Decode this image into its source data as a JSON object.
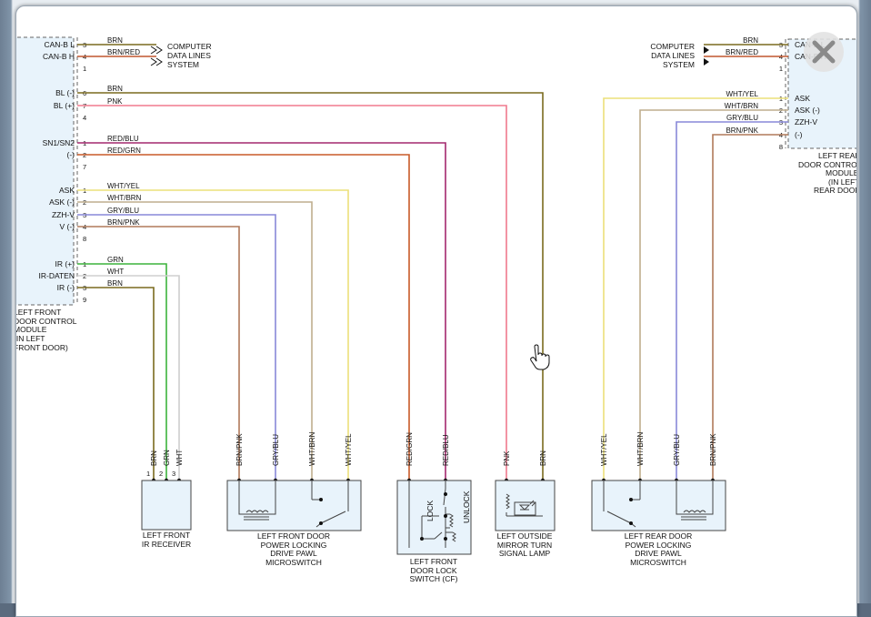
{
  "modules": {
    "lf_door_module": {
      "name_lines": [
        "LEFT FRONT",
        "DOOR CONTROL",
        "MODULE",
        "(IN LEFT",
        "FRONT DOOR)"
      ]
    },
    "lr_door_module": {
      "name_lines": [
        "LEFT REAR",
        "DOOR CONTROL",
        "MODULE",
        "(IN LEFT",
        "REAR DOOR)"
      ]
    }
  },
  "left_pins": [
    {
      "label": "CAN-B L",
      "pin": "3",
      "wire": "BRN"
    },
    {
      "label": "CAN-B H",
      "pin": "4",
      "wire": "BRN/RED"
    },
    {
      "label": "",
      "pin": "1",
      "wire": ""
    },
    {
      "label": "BL (-)",
      "pin": "6",
      "wire": "BRN"
    },
    {
      "label": "BL (+)",
      "pin": "7",
      "wire": "PNK"
    },
    {
      "label": "",
      "pin": "4",
      "wire": ""
    },
    {
      "label": "SN1/SN2",
      "pin": "1",
      "wire": "RED/BLU"
    },
    {
      "label": "(-)",
      "pin": "2",
      "wire": "RED/GRN"
    },
    {
      "label": "",
      "pin": "7",
      "wire": ""
    },
    {
      "label": "ASK",
      "pin": "1",
      "wire": "WHT/YEL"
    },
    {
      "label": "ASK (-)",
      "pin": "2",
      "wire": "WHT/BRN"
    },
    {
      "label": "ZZH-V",
      "pin": "3",
      "wire": "GRY/BLU"
    },
    {
      "label": "V (-)",
      "pin": "4",
      "wire": "BRN/PNK"
    },
    {
      "label": "",
      "pin": "8",
      "wire": ""
    },
    {
      "label": "IR (+)",
      "pin": "1",
      "wire": "GRN"
    },
    {
      "label": "IR-DATEN",
      "pin": "2",
      "wire": "WHT"
    },
    {
      "label": "IR (-)",
      "pin": "3",
      "wire": "BRN"
    },
    {
      "label": "",
      "pin": "9",
      "wire": ""
    }
  ],
  "right_pins": [
    {
      "label": "CAN-B L",
      "pin": "3",
      "wire": "BRN"
    },
    {
      "label": "CAN-B H",
      "pin": "4",
      "wire": "BRN/RED"
    },
    {
      "label": "",
      "pin": "1",
      "wire": ""
    },
    {
      "label": "ASK",
      "pin": "1",
      "wire": "WHT/YEL"
    },
    {
      "label": "ASK (-)",
      "pin": "2",
      "wire": "WHT/BRN"
    },
    {
      "label": "ZZH-V",
      "pin": "3",
      "wire": "GRY/BLU"
    },
    {
      "label": "(-)",
      "pin": "4",
      "wire": "BRN/PNK"
    },
    {
      "label": "",
      "pin": "8",
      "wire": ""
    }
  ],
  "computer_data_lines": [
    "COMPUTER",
    "DATA LINES",
    "SYSTEM"
  ],
  "components": {
    "ir_receiver": {
      "name_lines": [
        "LEFT FRONT",
        "IR RECEIVER"
      ],
      "pins": [
        "1",
        "2",
        "3"
      ],
      "wires": [
        "BRN",
        "GRN",
        "WHT"
      ]
    },
    "lf_microswitch": {
      "name_lines": [
        "LEFT FRONT DOOR",
        "POWER LOCKING",
        "DRIVE PAWL",
        "MICROSWITCH"
      ],
      "wires": [
        "BRN/PNK",
        "GRY/BLU",
        "WHT/BRN",
        "WHT/YEL"
      ]
    },
    "door_lock_switch": {
      "name_lines": [
        "LEFT FRONT",
        "DOOR LOCK",
        "SWITCH (CF)"
      ],
      "wires": [
        "RED/GRN",
        "RED/BLU"
      ],
      "lock": "LOCK",
      "unlock": "UNLOCK"
    },
    "mirror_lamp": {
      "name_lines": [
        "LEFT OUTSIDE",
        "MIRROR TURN",
        "SIGNAL LAMP"
      ],
      "wires": [
        "PNK",
        "BRN"
      ]
    },
    "lr_microswitch": {
      "name_lines": [
        "LEFT REAR DOOR",
        "POWER LOCKING",
        "DRIVE PAWL",
        "MICROSWITCH"
      ],
      "wires": [
        "WHT/YEL",
        "WHT/BRN",
        "GRY/BLU",
        "BRN/PNK"
      ]
    }
  },
  "colors": {
    "brn": "#7a6a1e",
    "pnk": "#f07a8e",
    "red_blu": "#a3286e",
    "red_grn": "#c85a28",
    "wht_yel": "#ece07a",
    "wht_brn": "#bfae8e",
    "gry_blu": "#8888d8",
    "brn_pnk": "#b07a5a",
    "grn": "#3cb43c",
    "wht": "#cfcfcf",
    "brn_red": "#c0562e"
  },
  "icons": [
    "close-icon",
    "cursor-hand-icon"
  ]
}
